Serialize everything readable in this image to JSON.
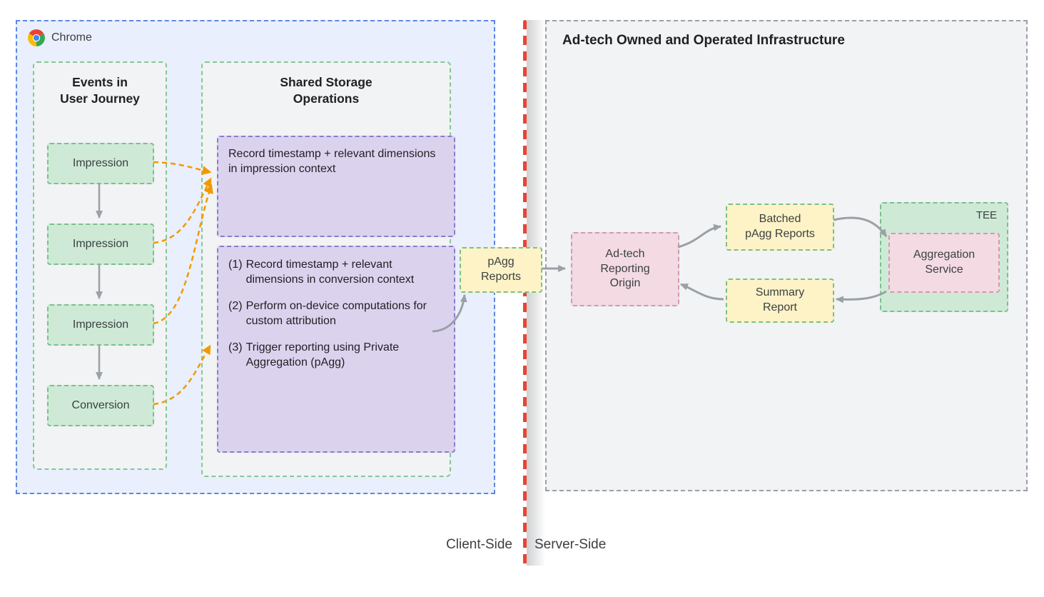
{
  "client": {
    "browser": {
      "label": "Chrome"
    },
    "events_panel": {
      "title": "Events in\nUser Journey",
      "events": [
        {
          "label": "Impression"
        },
        {
          "label": "Impression"
        },
        {
          "label": "Impression"
        },
        {
          "label": "Conversion"
        }
      ]
    },
    "storage_panel": {
      "title": "Shared Storage\nOperations",
      "impression_op": {
        "text": "Record timestamp + relevant dimensions in impression context"
      },
      "conversion_op": {
        "items": [
          {
            "num": "(1)",
            "text": "Record timestamp + relevant dimensions in conversion context"
          },
          {
            "num": "(2)",
            "text": "Perform on-device computations for custom attribution"
          },
          {
            "num": "(3)",
            "text": "Trigger reporting using Private Aggregation (pAgg)"
          }
        ]
      }
    },
    "pagg_reports": {
      "label": "pAgg\nReports"
    }
  },
  "server": {
    "title": "Ad-tech Owned and Operated Infrastructure",
    "reporting_origin": {
      "label": "Ad-tech\nReporting\nOrigin"
    },
    "batched_reports": {
      "label": "Batched\npAgg Reports"
    },
    "summary_report": {
      "label": "Summary\nReport"
    },
    "tee": {
      "label": "TEE",
      "aggregation_service": {
        "label": "Aggregation\nService"
      }
    }
  },
  "divider": {
    "client_label": "Client-Side",
    "server_label": "Server-Side"
  },
  "colors": {
    "chrome_border": "#5b87e5",
    "chrome_bg": "#e9effc",
    "panel_bg": "#f1f3f4",
    "green_bg": "#ceead6",
    "green_border": "#7cbf8c",
    "purple_bg": "#dbd3ee",
    "purple_border": "#8a7cc9",
    "yellow_bg": "#fdf3c6",
    "pink_bg": "#f3dae3",
    "pink_border": "#cf9bb1",
    "infra_border": "#9aa0a6",
    "arrow_gray": "#9aa0a6",
    "arrow_orange": "#f29900",
    "divider_red": "#e94335"
  }
}
